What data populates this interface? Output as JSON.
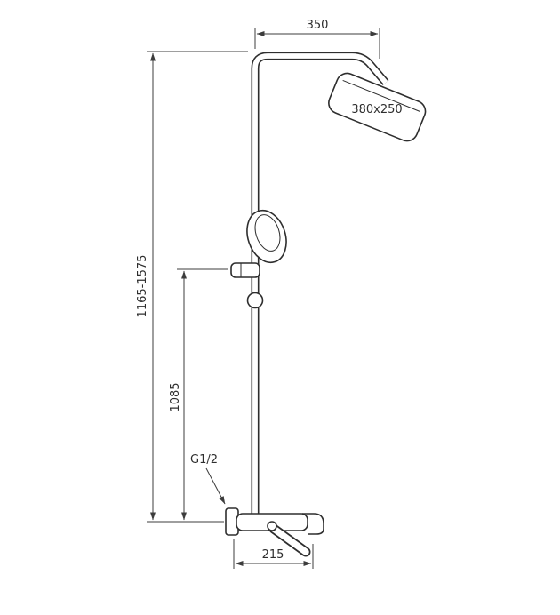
{
  "dims": {
    "top_width": "350",
    "head_size": "380x250",
    "overall_height": "1165-1575",
    "riser_height": "1085",
    "thread": "G1/2",
    "spout_length": "215"
  }
}
